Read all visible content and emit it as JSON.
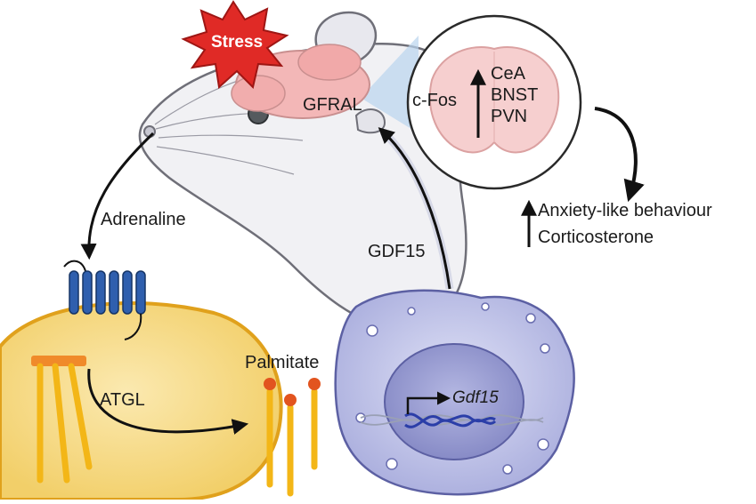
{
  "labels": {
    "stress": "Stress",
    "gfral": "GFRAL",
    "cfos": "c-Fos",
    "cea": "CeA",
    "bnst": "BNST",
    "pvn": "PVN",
    "anxiety": "Anxiety-like behaviour",
    "corticosterone": "Corticosterone",
    "adrenaline": "Adrenaline",
    "gdf15": "GDF15",
    "palmitate": "Palmitate",
    "atgl": "ATGL",
    "gdf15_gene": "Gdf15"
  },
  "colors": {
    "stress_burst": "#e02a26",
    "brain": "#f3b7b7",
    "mouse_body": "#f1f1f4",
    "mouse_outline": "#6f6f78",
    "adipocyte": "#f6d77c",
    "adipocyte_rim": "#e0a11c",
    "lipid_head": "#e2541f",
    "lipid_tail": "#f3b617",
    "receptor": "#2f5fae",
    "macrophage": "#b9bde6",
    "nucleus": "#8e92cc",
    "dna_blue": "#2b3ea8",
    "arrow": "#111111"
  },
  "icons": [
    "stress-burst-icon",
    "mouse-icon",
    "brain-section-icon",
    "receptor-icon",
    "adipocyte-icon",
    "lipid-droplet-icon",
    "palmitate-molecule-icon",
    "macrophage-icon",
    "dna-icon",
    "gene-promoter-arrow-icon"
  ]
}
